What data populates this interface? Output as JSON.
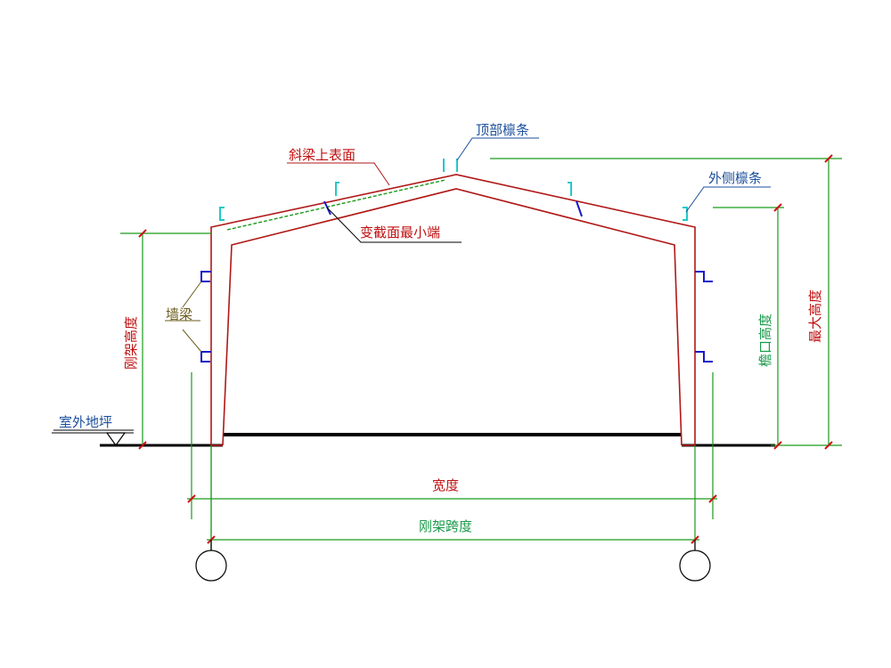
{
  "labels": {
    "top_purlin": "顶部檩条",
    "rafter_top_surface": "斜梁上表面",
    "outer_purlin": "外侧檩条",
    "taper_min_end": "变截面最小端",
    "frame_height": "刚架高度",
    "wall_girt": "墙梁",
    "outdoor_ground": "室外地坪",
    "eave_height": "檐口高度",
    "max_height": "最大高度",
    "width": "宽度",
    "frame_span": "刚架跨度"
  },
  "colors": {
    "frame": "#b01818",
    "dim_green": "#1a9a1a",
    "purlin_cyan": "#22c8c8",
    "girt_blue": "#1818c8",
    "label_blue": "#1a4f9c",
    "label_red": "#c01010",
    "label_green": "#1a9a4a",
    "label_olive": "#6b5b1a",
    "tick_red": "#d01010",
    "ground": "#000000"
  }
}
